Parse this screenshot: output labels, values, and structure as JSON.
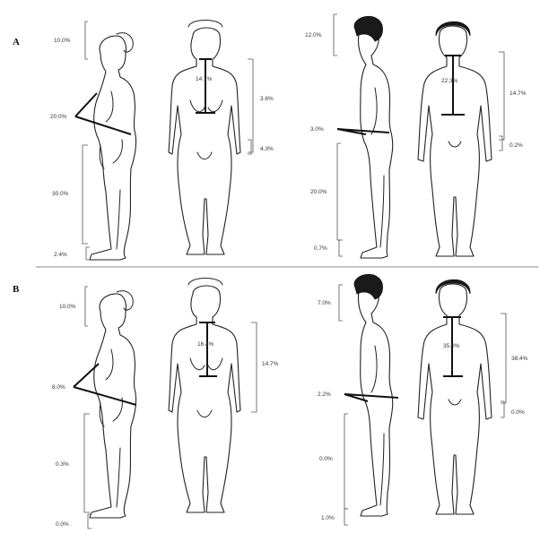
{
  "panels": [
    {
      "label": "A",
      "female_side": [
        "10.0%",
        "20.0%",
        "30.0%",
        "2.4%"
      ],
      "female_front": [
        "14.7%",
        "3.6%",
        "4.3%"
      ],
      "male_side": [
        "12.0%",
        "3.0%",
        "20.0%",
        "0.7%"
      ],
      "male_front": [
        "22.3%",
        "14.7%",
        "0.2%"
      ]
    },
    {
      "label": "B",
      "female_side": [
        "10.0%",
        "8.0%",
        "0.3%",
        "0.0%"
      ],
      "female_front": [
        "16.4%",
        "14.7%"
      ],
      "male_side": [
        "7.0%",
        "2.2%",
        "0.0%",
        "1.0%"
      ],
      "male_front": [
        "35.0%",
        "38.4%",
        "0.0%"
      ]
    }
  ],
  "colors": {
    "outline": "#222222",
    "hair": "#1a1a1a",
    "divider": "#888888",
    "background": "#ffffff"
  }
}
